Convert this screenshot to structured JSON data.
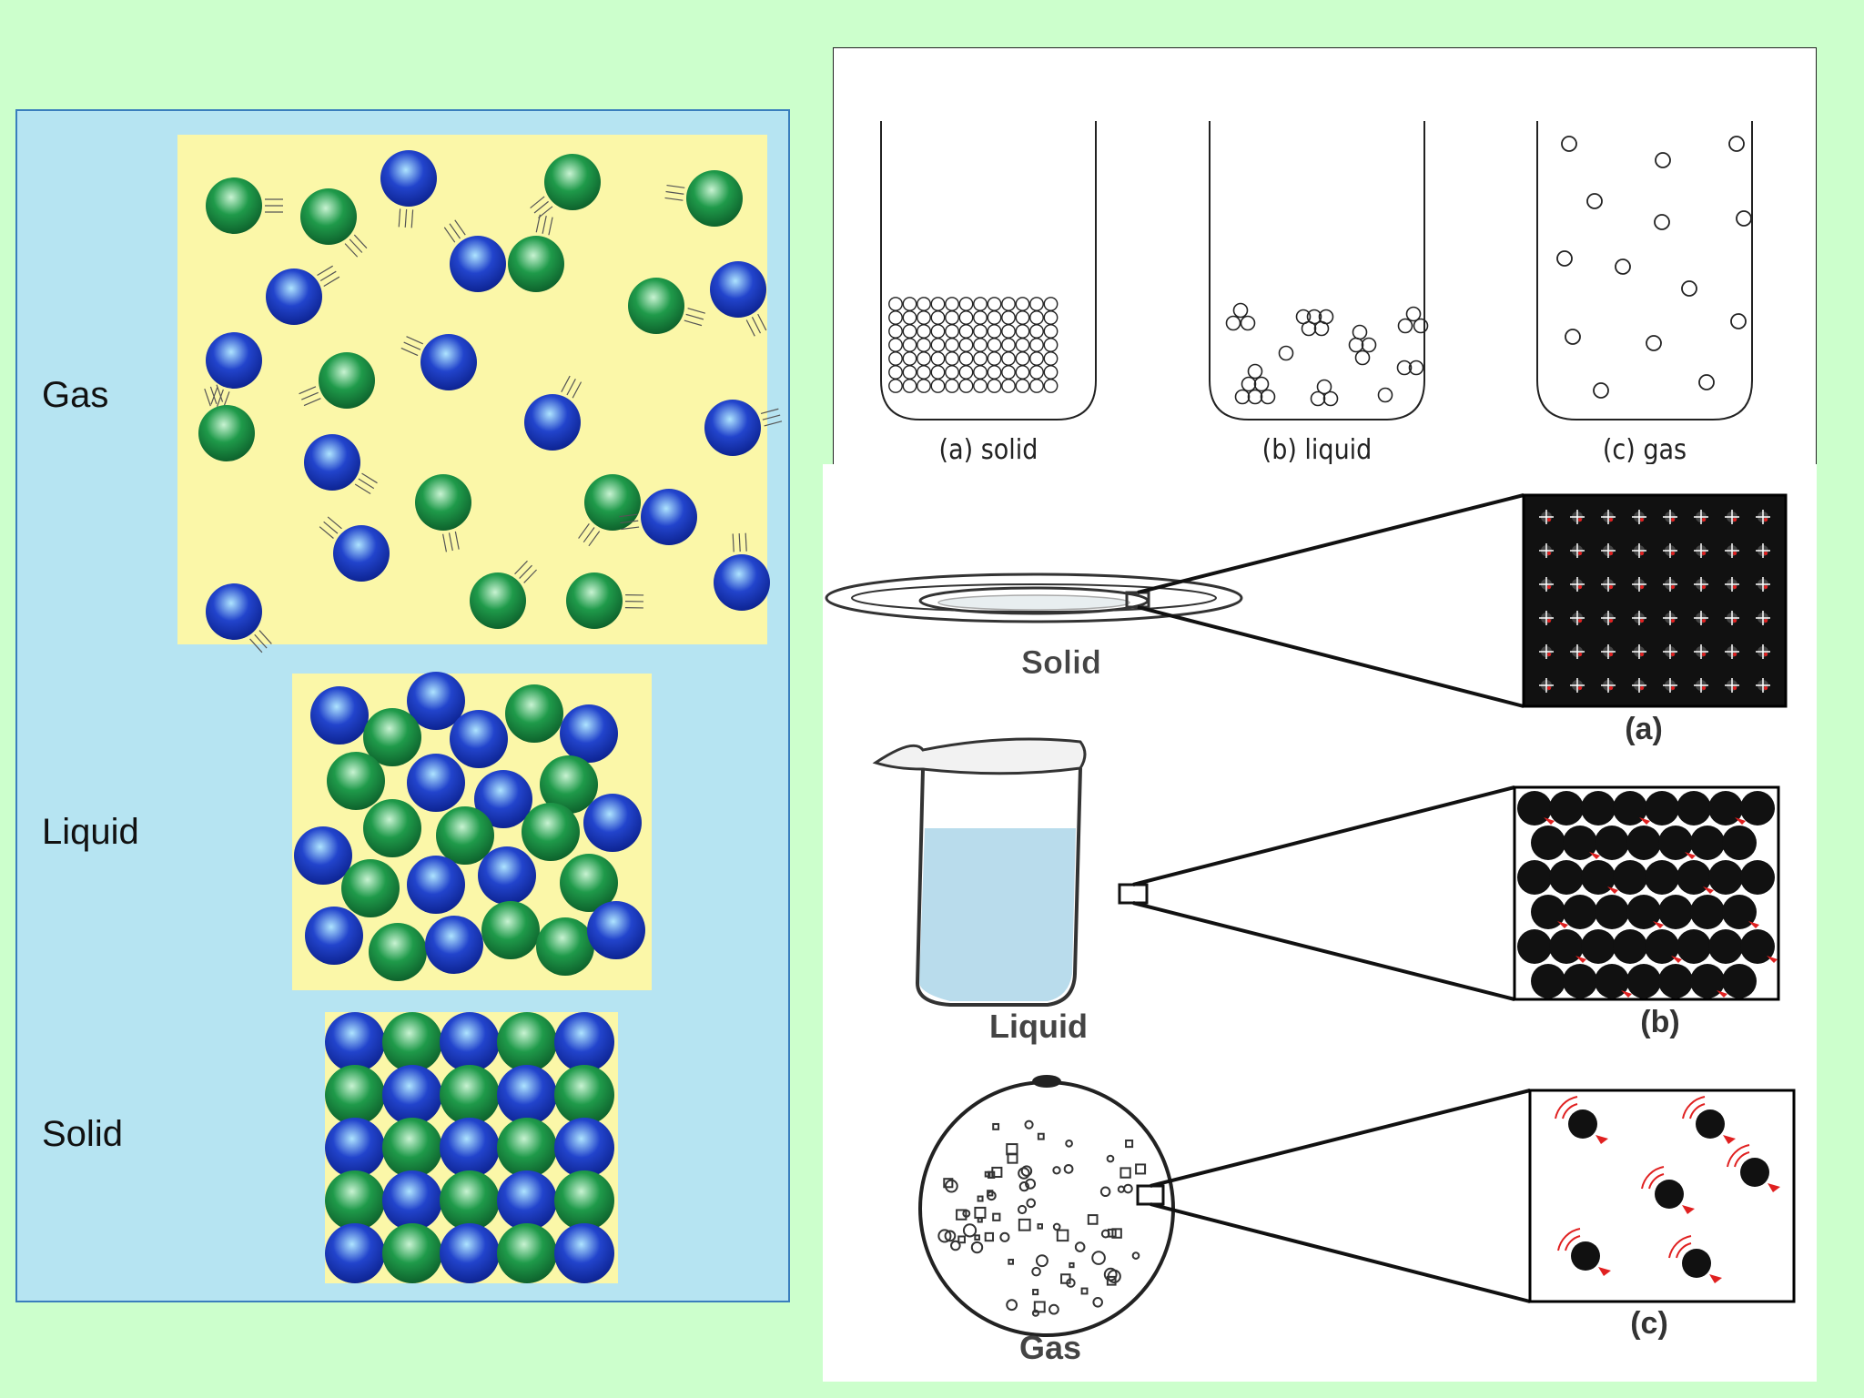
{
  "left_panel": {
    "labels": {
      "gas": "Gas",
      "liquid": "Liquid",
      "solid": "Solid"
    },
    "colors": {
      "panel": "#b6e4f2",
      "box": "#fbf7a8",
      "blue_particle": "#2244cc",
      "green_particle": "#1f9a4a"
    }
  },
  "top_right": {
    "captions": {
      "solid": "(a) solid",
      "liquid": "(b) liquid",
      "gas": "(c) gas"
    }
  },
  "bottom_right": {
    "labels": {
      "solid": "Solid",
      "liquid": "Liquid",
      "gas": "Gas"
    },
    "zoom_labels": {
      "a": "(a)",
      "b": "(b)",
      "c": "(c)"
    },
    "colors": {
      "particle": "#111111",
      "arrow": "#e02020"
    }
  }
}
